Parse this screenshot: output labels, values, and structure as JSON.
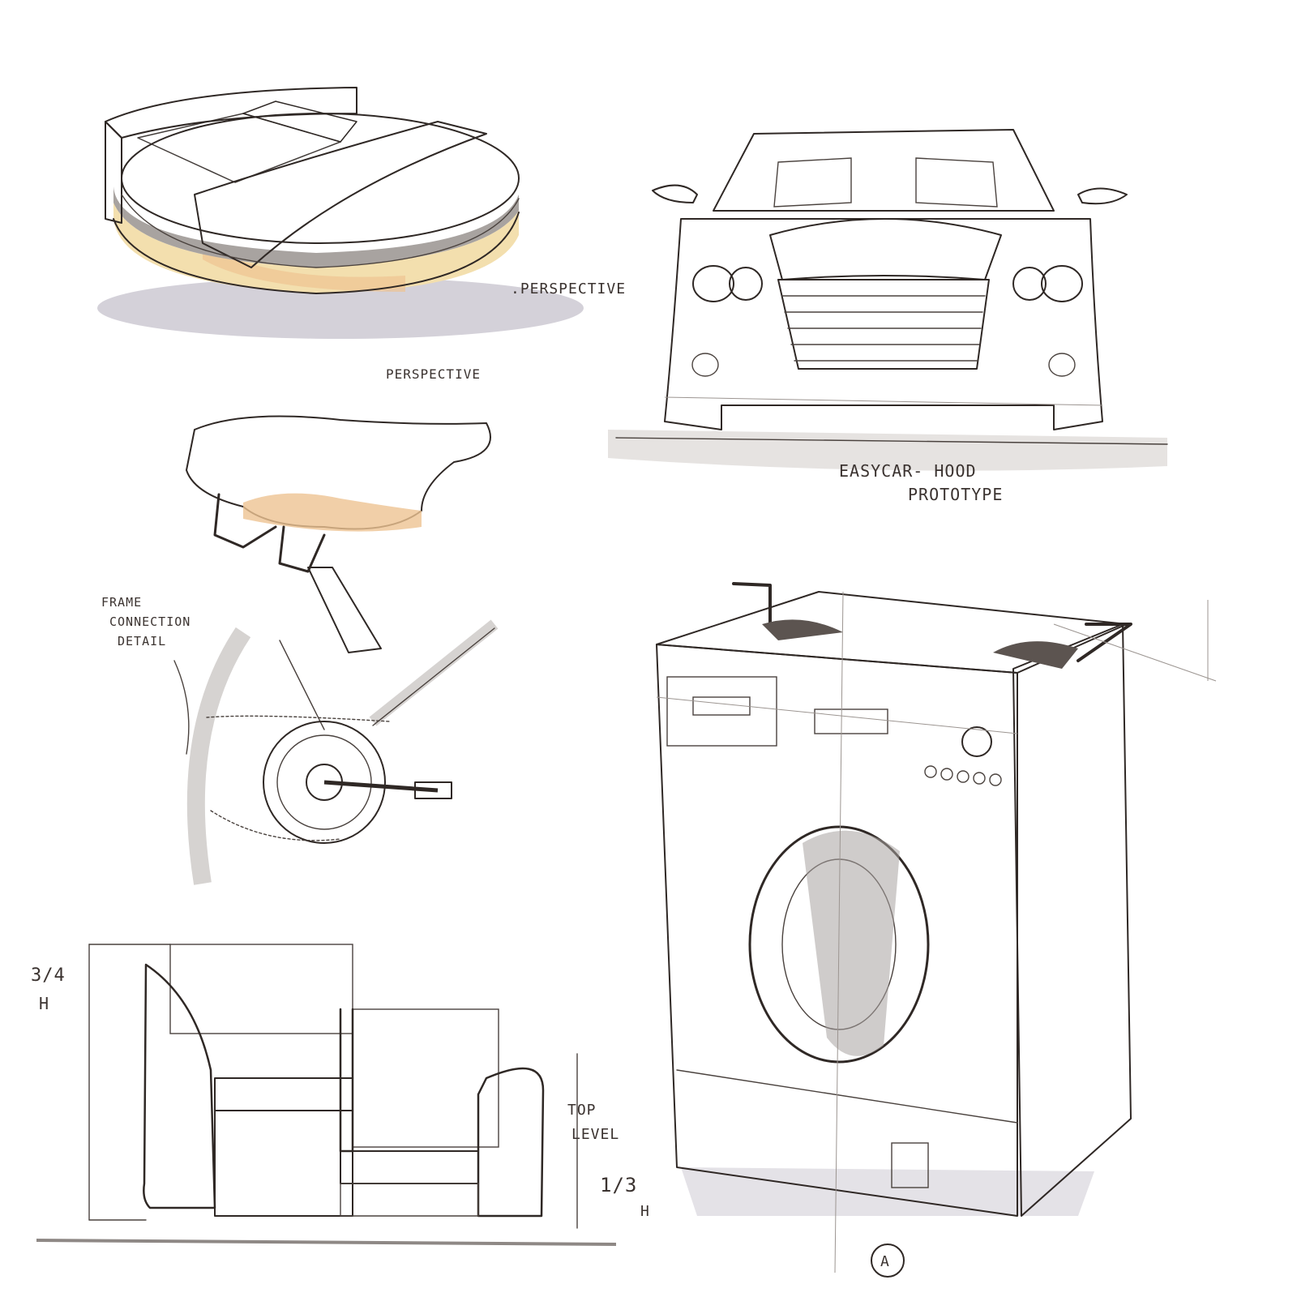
{
  "sheet": {
    "annotations": {
      "perspective_1": ".PERSPECTIVE",
      "perspective_2": "PERSPECTIVE",
      "car_label_line1": "EASYCAR- HOOD",
      "car_label_line2": "PROTOTYPE",
      "frame_line1": "FRAME",
      "frame_line2": "CONNECTION",
      "frame_line3": "DETAIL",
      "three_quarter": "3/4",
      "three_quarter_h": "H",
      "top_line1": "TOP",
      "top_line2": "LEVEL",
      "one_third": "1/3",
      "one_third_h": "H",
      "marker": "A"
    },
    "colors": {
      "ink": "#2f2825",
      "grey_marker": "#d6d3d1",
      "dark_grey_marker": "#a8a3a0",
      "yellow_marker": "#f3dfae",
      "orange_marker": "#eec392",
      "shadow": "#c9c5d0"
    }
  }
}
